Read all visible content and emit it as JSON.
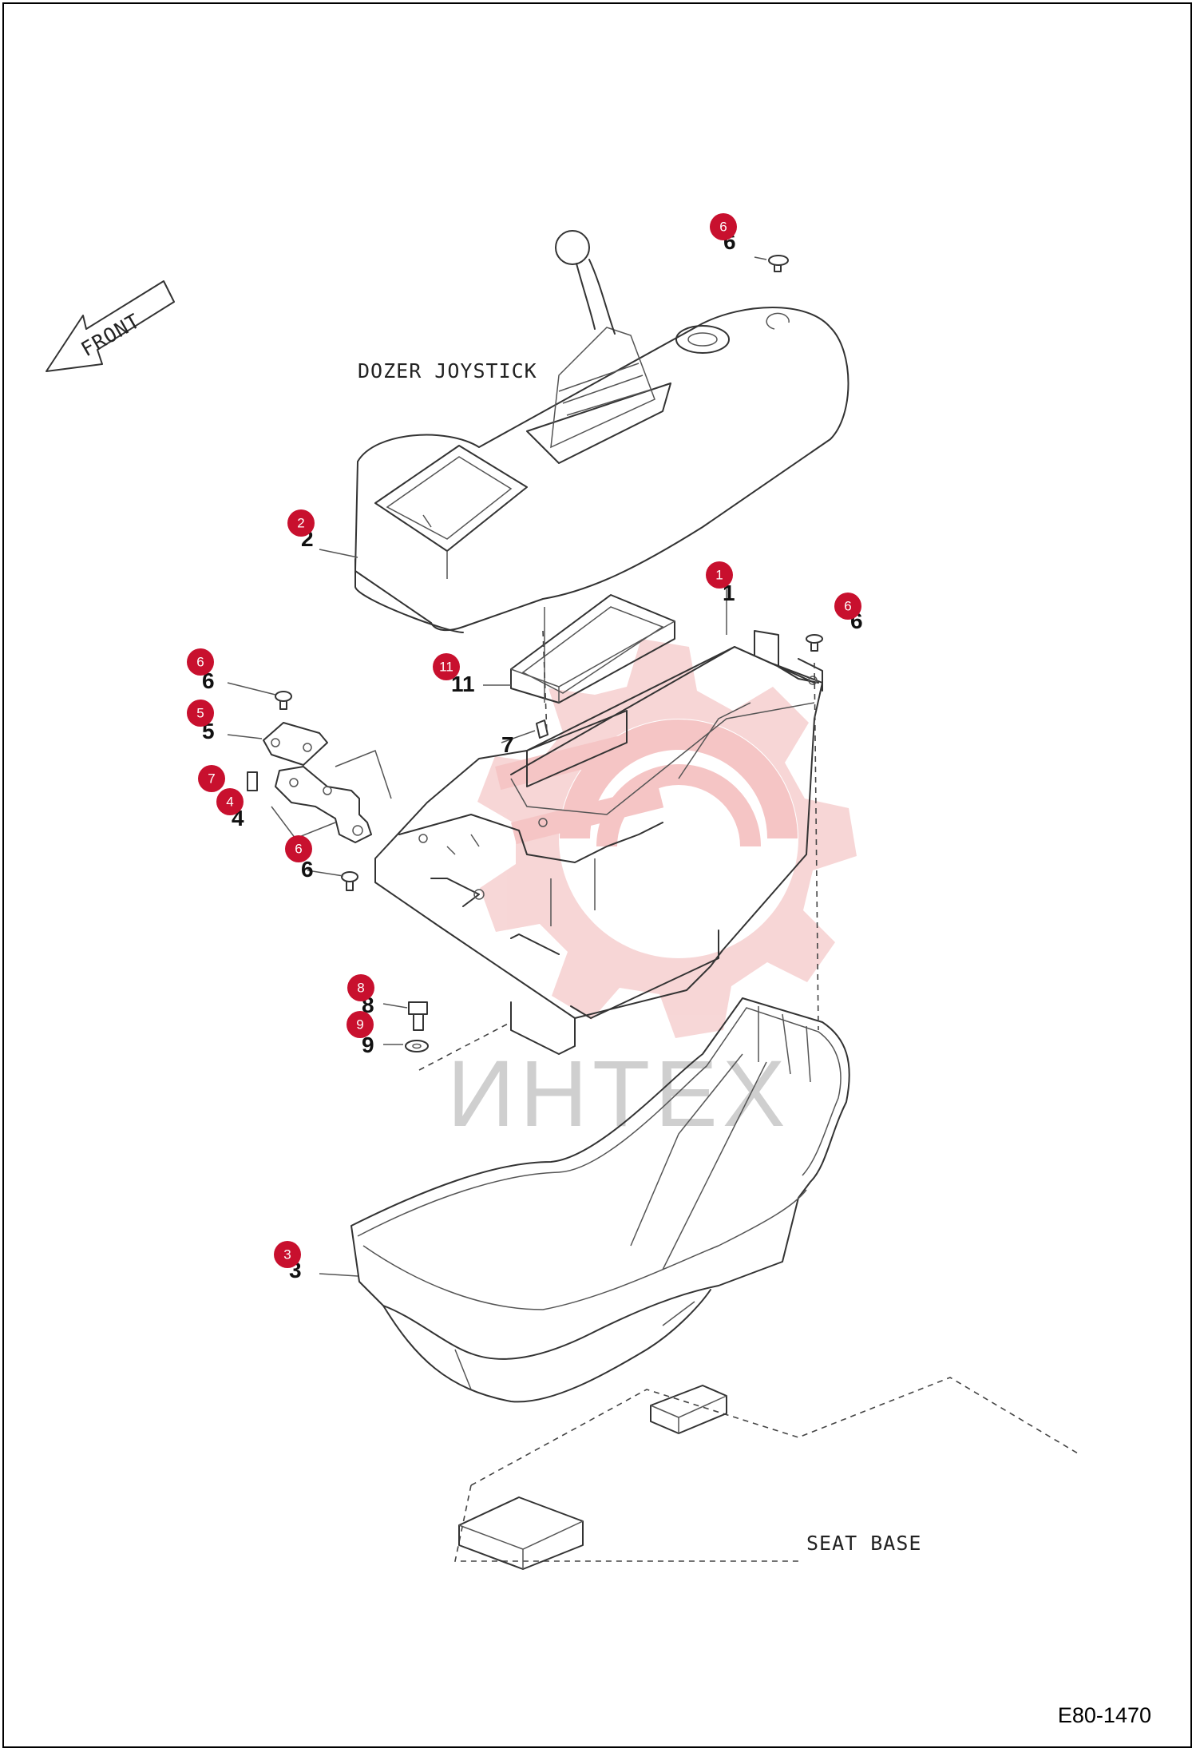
{
  "labels": {
    "front": "FRONT",
    "dozer_joystick": "DOZER JOYSTICK",
    "seat_base": "SEAT BASE",
    "watermark": "ИНТЕХ",
    "doc_number": "E80-1470"
  },
  "callouts": [
    {
      "id": "6",
      "part": "6"
    },
    {
      "id": "2",
      "part": "2"
    },
    {
      "id": "1",
      "part": "1"
    },
    {
      "id": "6",
      "part": "6"
    },
    {
      "id": "11",
      "part": "11"
    },
    {
      "id": "6",
      "part": "6"
    },
    {
      "id": "5",
      "part": "5"
    },
    {
      "id": "7",
      "part": "7"
    },
    {
      "id": "4",
      "part": "4"
    },
    {
      "id": "6",
      "part": "6"
    },
    {
      "id": "7",
      "part": "7"
    },
    {
      "id": "8",
      "part": "8"
    },
    {
      "id": "9",
      "part": "9"
    },
    {
      "id": "3",
      "part": "3"
    }
  ],
  "colors": {
    "callout": "#c8102e",
    "watermark_logo": "#f4c9c9",
    "line": "#333333"
  }
}
